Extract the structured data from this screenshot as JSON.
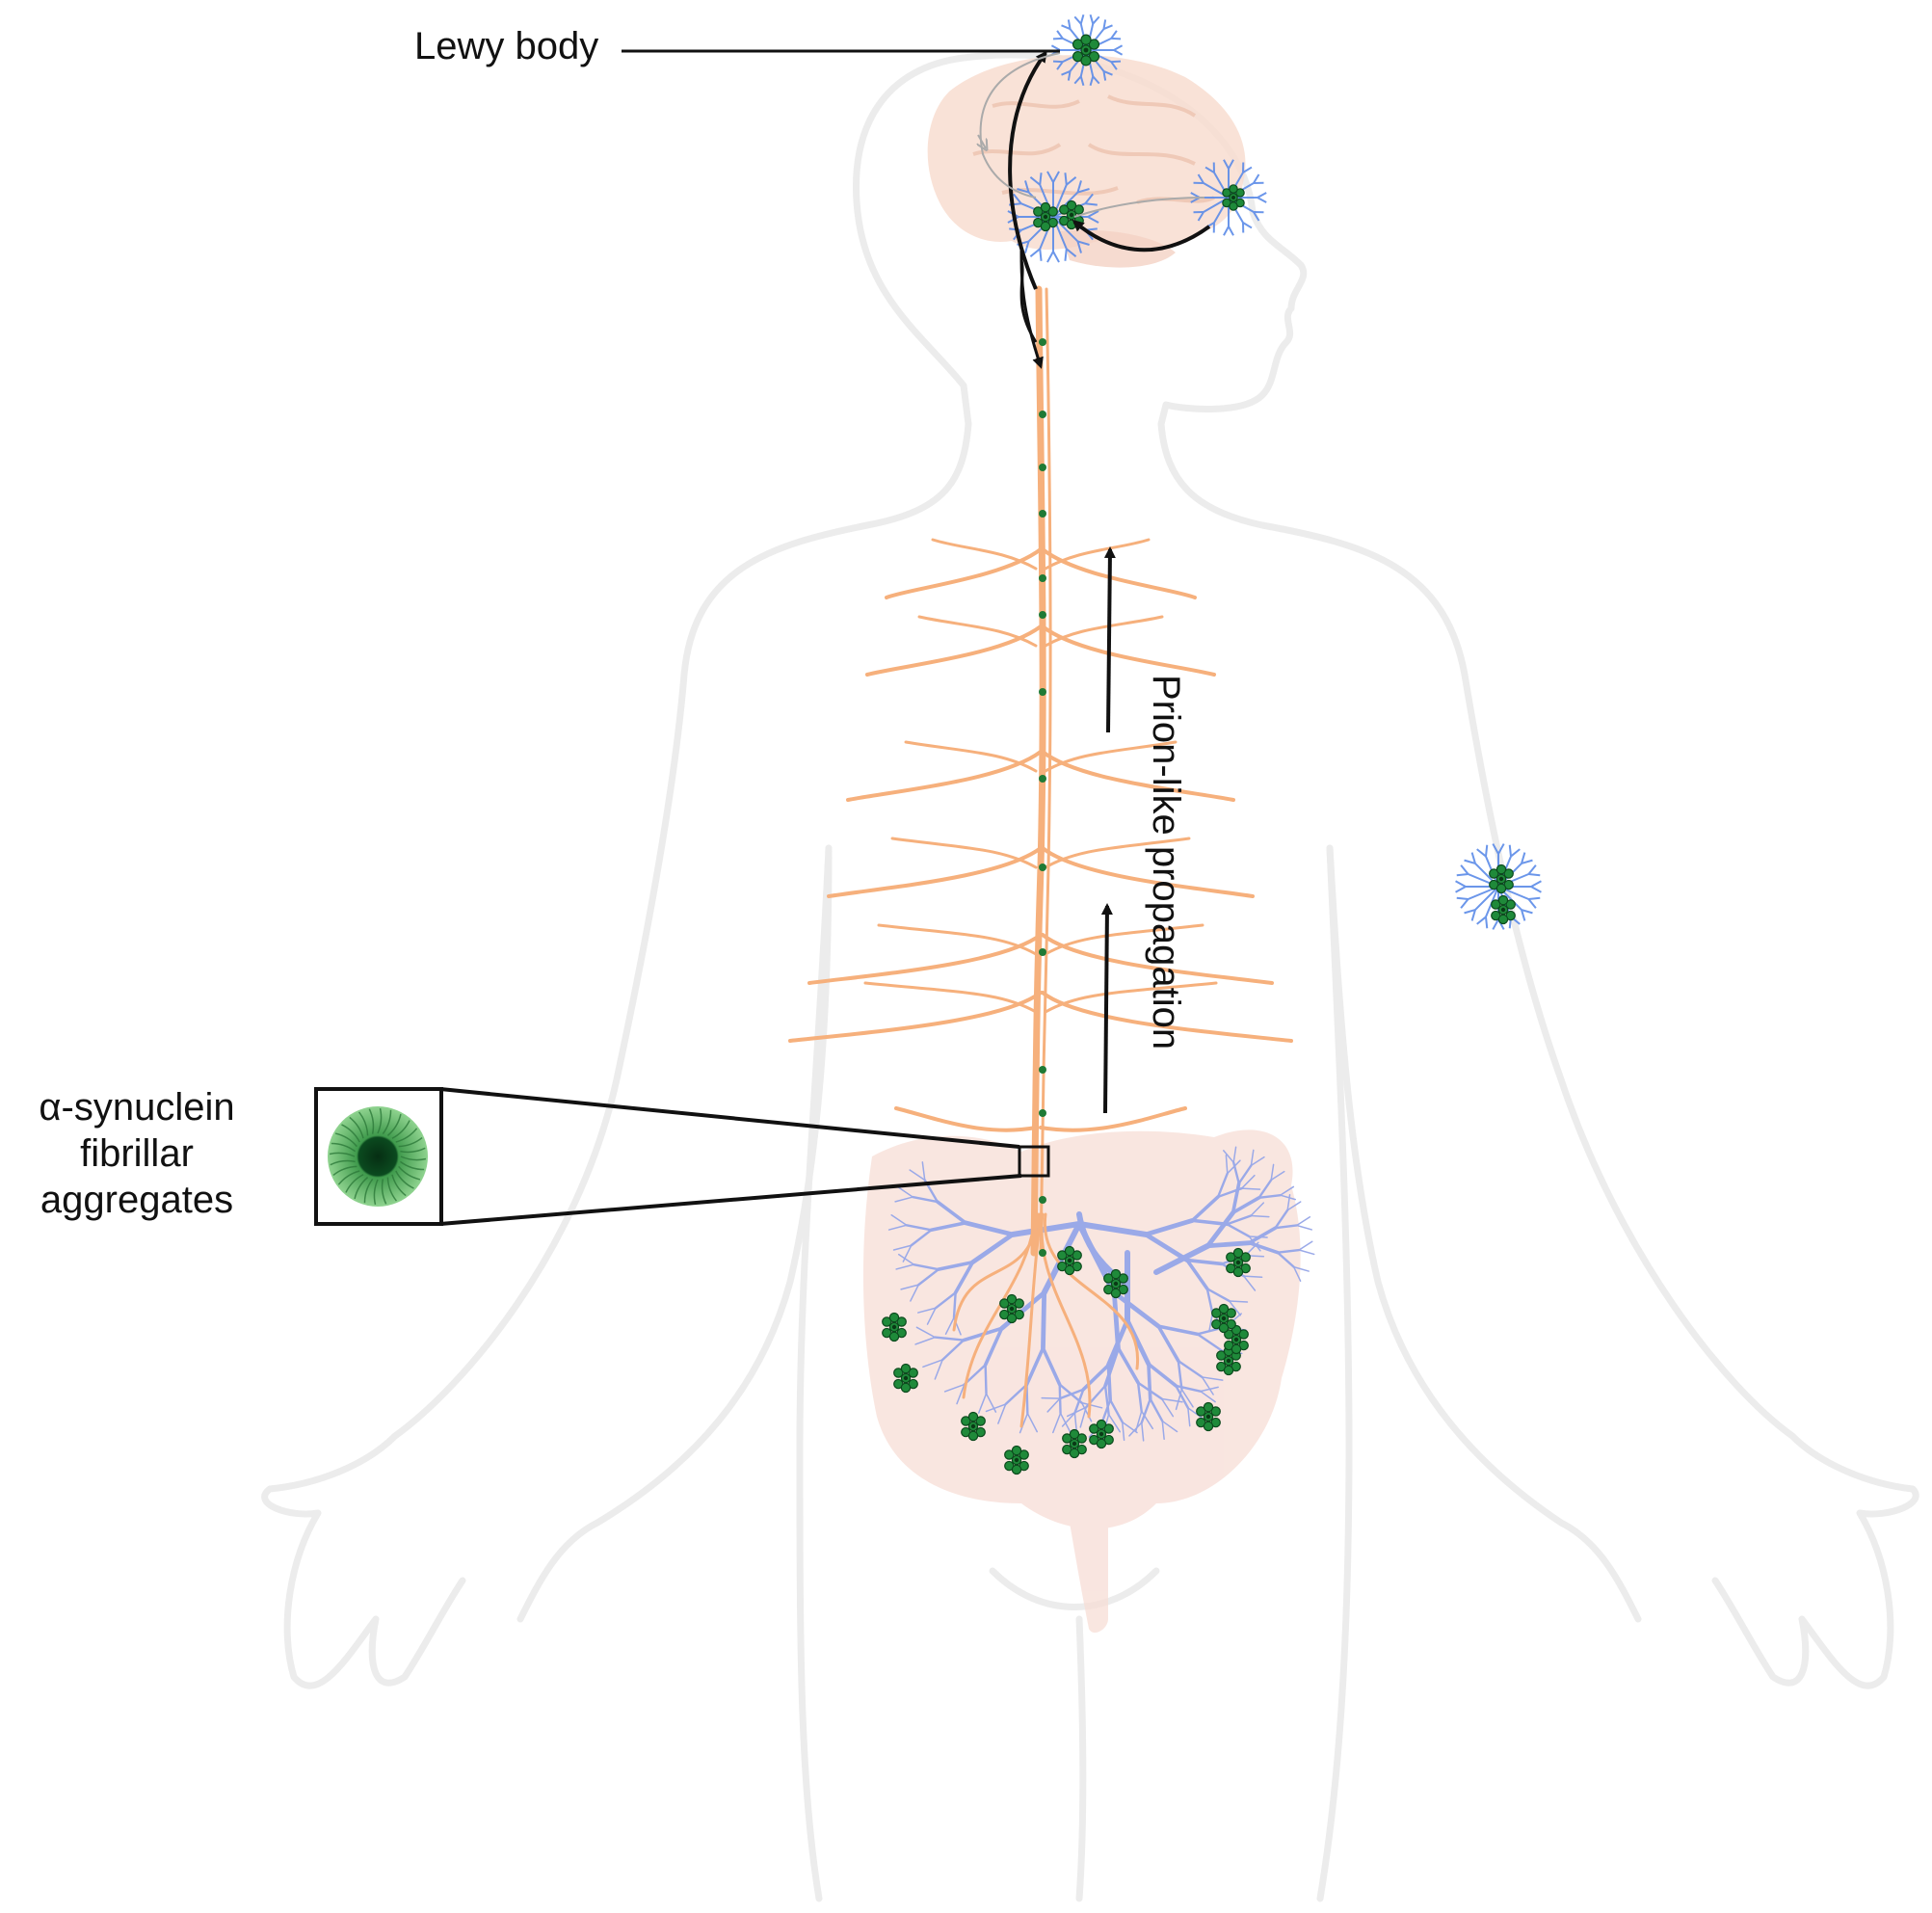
{
  "labels": {
    "lewy_body": "Lewy body",
    "alpha_synuclein_line1": "α-synuclein",
    "alpha_synuclein_line2": "fibrillar",
    "alpha_synuclein_line3": "aggregates",
    "prion_propagation": "Prion-like propagation"
  },
  "colors": {
    "body_outline": "#ececec",
    "brain": "#f8ddd0",
    "intestine": "#f7ddd6",
    "nerve": "#f6b07c",
    "vessel": "#9aa9e8",
    "neuron": "#5b8be8",
    "aggregate": "#1f8a3a",
    "arrow": "#111111"
  }
}
